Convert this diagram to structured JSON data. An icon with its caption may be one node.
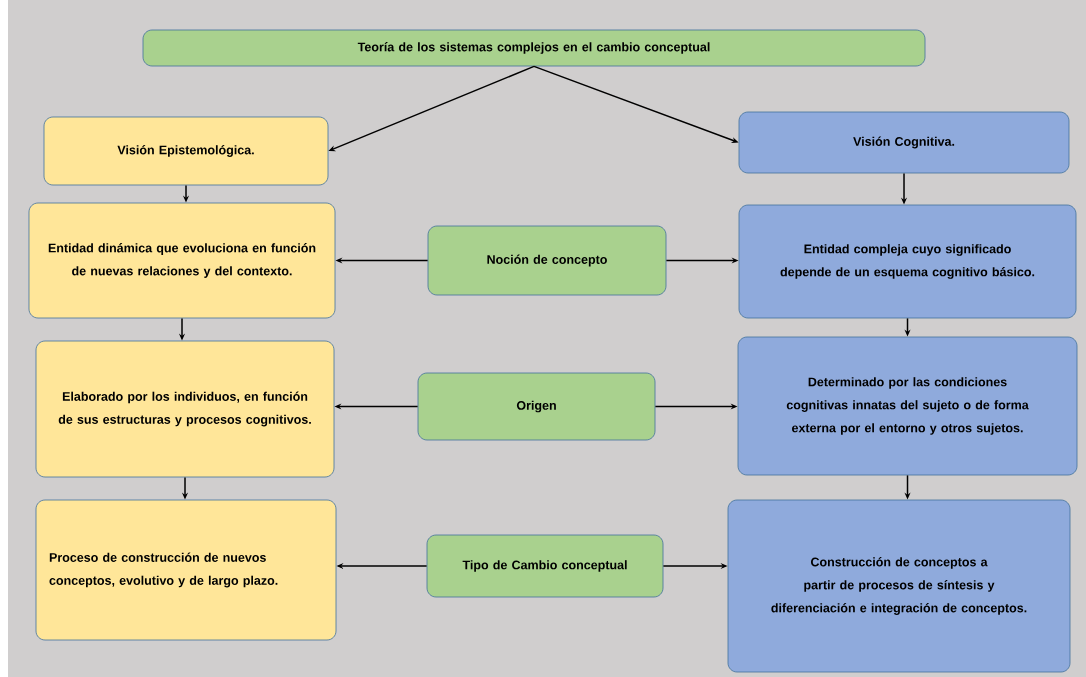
{
  "diagram": {
    "nodes": [
      {
        "text": [
          "Teoría de los sistemas complejos en el cambio conceptual"
        ]
      },
      {
        "text": [
          "Visión Epistemológica."
        ]
      },
      {
        "text": [
          "Visión Cognitiva."
        ]
      },
      {
        "text": [
          "Entidad dinámica que evoluciona en función de nuevas relaciones y del contexto."
        ]
      },
      {
        "text": [
          "Noción de concepto"
        ]
      },
      {
        "text": [
          "Entidad compleja cuyo significado depende de un esquema cognitivo básico."
        ]
      },
      {
        "text": [
          "Elaborado por los individuos, en función de sus estructuras y procesos cognitivos."
        ]
      },
      {
        "text": [
          "Origen"
        ]
      },
      {
        "text": [
          "Determinado por las condiciones cognitivas innatas del sujeto o de forma externa por el entorno y otros sujetos."
        ]
      },
      {
        "text": [
          "Proceso de construcción de nuevos conceptos, evolutivo y de largo plazo."
        ]
      },
      {
        "text": [
          "Tipo de Cambio conceptual"
        ]
      },
      {
        "text": [
          "Construcción de conceptos a partir de procesos de síntesis y diferenciación e integración de conceptos."
        ]
      }
    ],
    "edges": [
      {
        "from": 0,
        "to": 1,
        "arrow": "to"
      },
      {
        "from": 0,
        "to": 2,
        "arrow": "to"
      },
      {
        "from": 1,
        "to": 3,
        "arrow": "to"
      },
      {
        "from": 3,
        "to": 6,
        "arrow": "to"
      },
      {
        "from": 6,
        "to": 9,
        "arrow": "to"
      },
      {
        "from": 2,
        "to": 5,
        "arrow": "to"
      },
      {
        "from": 5,
        "to": 8,
        "arrow": "to"
      },
      {
        "from": 8,
        "to": 11,
        "arrow": "to"
      },
      {
        "from": 4,
        "to": 3,
        "arrow": "to"
      },
      {
        "from": 4,
        "to": 5,
        "arrow": "to"
      },
      {
        "from": 7,
        "to": 6,
        "arrow": "to"
      },
      {
        "from": 7,
        "to": 8,
        "arrow": "to"
      },
      {
        "from": 10,
        "to": 9,
        "arrow": "to"
      },
      {
        "from": 10,
        "to": 11,
        "arrow": "to"
      }
    ]
  }
}
